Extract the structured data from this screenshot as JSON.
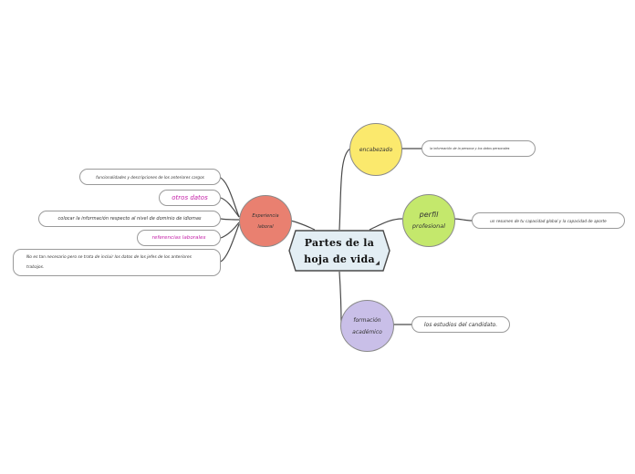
{
  "central": {
    "line1": "Partes de la",
    "line2": "hoja de vida",
    "marker": "◢"
  },
  "branches": {
    "encabezado": {
      "label": "encabezado",
      "color": "#fbe96d",
      "child": "la información de la persona y los datos personales"
    },
    "perfil": {
      "label_line1": "perfil",
      "label_line2": "profesional",
      "color": "#c4e86c",
      "child": "un resumen de tu capacidad global y la capacidad de aporte"
    },
    "formacion": {
      "label_line1": "formación",
      "label_line2": "académico",
      "color": "#c9bfe8",
      "child": "los estudios del candidato."
    },
    "experiencia": {
      "label_line1": "Experiencia",
      "label_line2": "laboral",
      "color": "#e98070",
      "children": [
        "funcionalidades y descripciones de los anteriores cargos",
        "otros datos",
        "colocar la información respecto al nivel de dominio de idiomas",
        "referencias laborales",
        "No es tan necesario pero se trata de incluir los datos de los jefes de los anteriores trabajos."
      ]
    }
  },
  "colors": {
    "link": "#4a4a4a",
    "highlight_text": "#c41fa8",
    "central_fill": "#e3eef4"
  }
}
